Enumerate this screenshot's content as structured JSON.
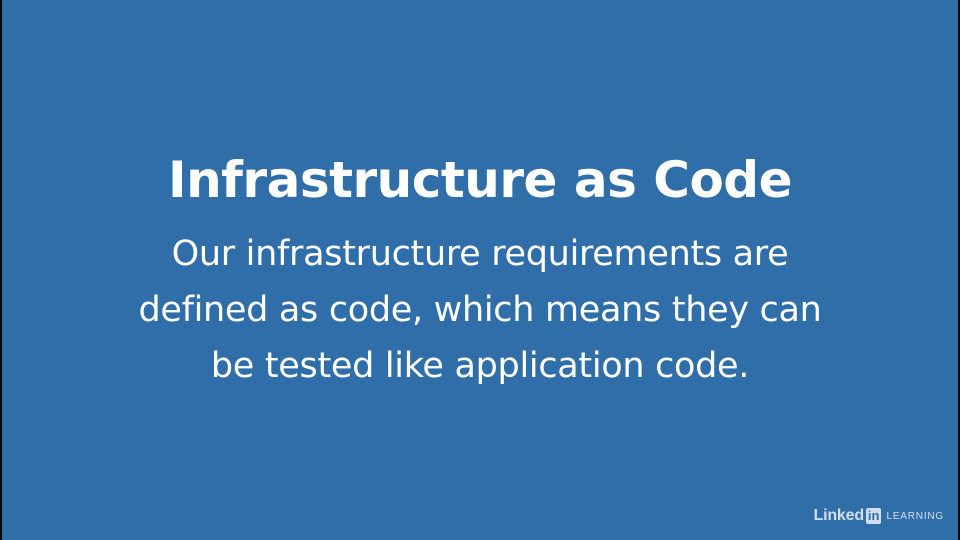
{
  "slide": {
    "title": "Infrastructure as Code",
    "body_lines": [
      "Our infrastructure requirements are",
      "defined as code, which means they can",
      "be tested like application code."
    ]
  },
  "branding": {
    "name": "Linked",
    "box": "in",
    "sub": "LEARNING"
  },
  "colors": {
    "background": "#2f6ea9",
    "text": "#ffffff"
  }
}
